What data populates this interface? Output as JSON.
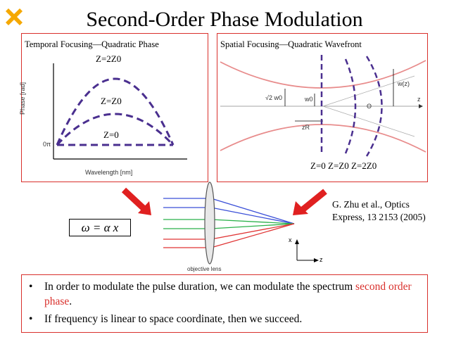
{
  "title": "Second-Order Phase Modulation",
  "left_panel": {
    "title": "Temporal Focusing—Quadratic Phase",
    "curve_labels": [
      "Z=2Z0",
      "Z=Z0",
      "Z=0"
    ],
    "y_axis_label": "Phase [rad]",
    "x_axis_label": "Wavelength [nm]",
    "origin_label": "0π"
  },
  "right_panel": {
    "title": "Spatial Focusing—Quadratic Wavefront",
    "beam_labels": {
      "sqrt2w0": "√2 w0",
      "w0": "w0",
      "wz": "w(z)",
      "theta": "Θ",
      "z": "z",
      "zr": "zR"
    },
    "z_labels": "Z=0  Z=Z0  Z=2Z0"
  },
  "lens_diagram": {
    "equation": "ω = α x",
    "caption": "objective lens",
    "axis_x": "x",
    "axis_z": "z",
    "beam_colors": [
      "#3a4fd8",
      "#2bb14a",
      "#e03434"
    ]
  },
  "citation": "G. Zhu et al., Optics Express, 13 2153 (2005)",
  "bullets": [
    {
      "before": "In order to modulate the pulse duration, we can modulate the spectrum ",
      "highlight": "second order phase",
      "after": "."
    },
    {
      "before": "If frequency is linear to space coordinate, then we succeed.",
      "highlight": "",
      "after": ""
    }
  ],
  "colors": {
    "accent": "#d9302c",
    "dashed": "#4a2f8f",
    "beam": "#e88c8c"
  }
}
